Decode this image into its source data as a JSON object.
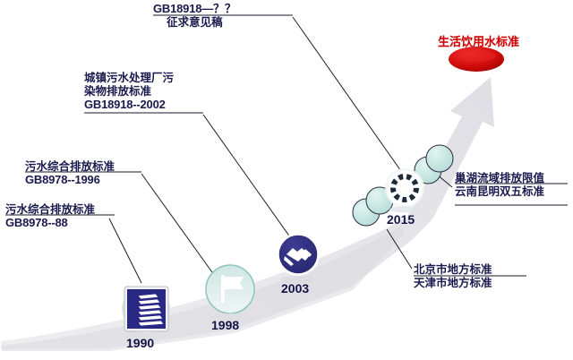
{
  "diagram": {
    "title_goal": "生活饮用水标准",
    "arrow_color": "#e7e7eb",
    "accent_navy": "#2b2b7a",
    "accent_teal": "#bde3dd",
    "accent_red": "#d81010",
    "text_color": "#1a1a4e"
  },
  "annotations": [
    {
      "id": "gb18918-draft",
      "line1": "GB18918—？？",
      "line2": "征求意见稿",
      "underline": true
    },
    {
      "id": "gb18918-2002",
      "line1": "城镇污水处理厂污",
      "line2": "染物排放标准",
      "line3": "GB18918--2002",
      "underline": true
    },
    {
      "id": "gb8978-1996",
      "line1": "污水综合排放标准",
      "line2": "GB8978--1996",
      "underline": true
    },
    {
      "id": "gb8978-88",
      "line1": "污水综合排放标准",
      "line2": "GB8978--88",
      "underline": true
    },
    {
      "id": "chaohu-yunnan",
      "line1": "巢湖流域排放限值",
      "line2": "云南昆明双五标准",
      "underline": true
    },
    {
      "id": "beijing-tianjin",
      "line1": "北京市地方标准",
      "line2": "天津市地方标准",
      "underline": true
    }
  ],
  "milestones": [
    {
      "id": "m1990",
      "year": "1990",
      "icon": "building-icon",
      "style": "navy-square"
    },
    {
      "id": "m1998",
      "year": "1998",
      "icon": "flag-icon",
      "style": "teal-circle"
    },
    {
      "id": "m2003",
      "year": "2003",
      "icon": "handshake-icon",
      "style": "navy-circle"
    },
    {
      "id": "m2015",
      "year": "2015",
      "icon": "dashed-ring-icon",
      "style": "dashed-circle"
    }
  ],
  "decorative_circles": [
    {
      "id": "c1",
      "label": "teal-bubble"
    },
    {
      "id": "c2",
      "label": "teal-bubble"
    },
    {
      "id": "c3",
      "label": "teal-bubble"
    },
    {
      "id": "c4",
      "label": "teal-bubble"
    }
  ]
}
